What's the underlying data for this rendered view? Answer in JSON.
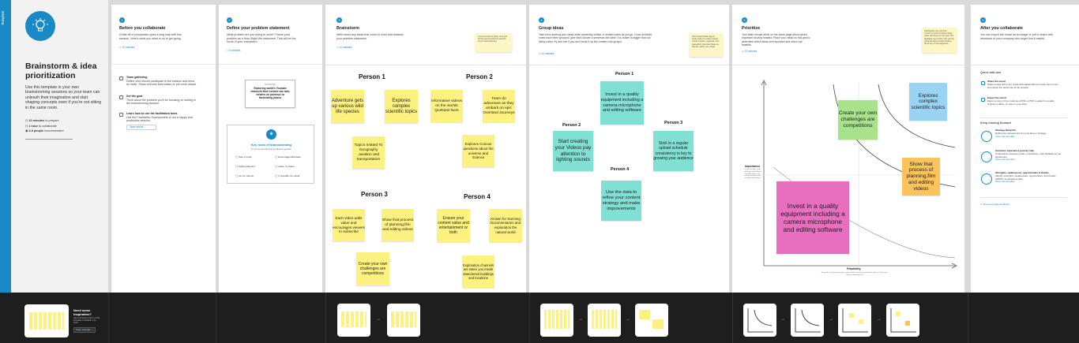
{
  "template_tab": "Template",
  "intro": {
    "title": "Brainstorm & idea prioritization",
    "body": "Use this template in your own brainstorming sessions so your team can unleash their imagination and start shaping concepts even if you're not sitting in the same room.",
    "stats": [
      {
        "strong": "10 minutes",
        "text": "to prepare"
      },
      {
        "strong": "1 hour",
        "text": "to collaborate"
      },
      {
        "strong": "2-8 people",
        "text": "recommended"
      }
    ]
  },
  "before": {
    "step": "1",
    "title": "Before you collaborate",
    "desc": "A little bit of preparation goes a long way with this session. Here's what you need to do to get going.",
    "time": "10 minutes",
    "items": [
      {
        "letter": "A",
        "title": "Team gathering",
        "desc": "Define who should participate in the session and send an invite. Share relevant information or pre-work ahead."
      },
      {
        "letter": "B",
        "title": "Set the goal",
        "desc": "Think about the problem you'll be focusing on solving in the brainstorming session."
      },
      {
        "letter": "C",
        "title": "Learn how to use the facilitation tools",
        "desc": "Use the Facilitation Superpowers to run a happy and productive session."
      }
    ],
    "link": "Open article"
  },
  "define": {
    "step": "2",
    "title": "Define your problem statement",
    "desc": "What problem are you trying to solve? Frame your problem as a How Might We statement. This will be the focus of your brainstorm.",
    "time": "5 minutes",
    "card_label": "PROBLEM",
    "card_text": "Exploring world's Youtube channels:How content can take viewers on journeys to fascinating places",
    "rules_title": "Key rules of brainstorming",
    "rules_sub": "To run an smooth and productive session",
    "rules": [
      "Stay in topic",
      "Encourage wild ideas",
      "Defer judgment",
      "Listen to others",
      "Go for volume",
      "If possible, be visual"
    ]
  },
  "brainstorm": {
    "step": "3",
    "title": "Brainstorm",
    "desc": "Write down any ideas that come to mind that address your problem statement.",
    "time": "10 minutes",
    "tip": "You can select a sticky note and hit the pencil (switch to sketch) icon to start drawing!",
    "persons": [
      {
        "name": "Person 1",
        "notes": [
          "Adventure gets up various wild life species",
          "Explores complex scientific topics",
          "Topics related To Geography ,aviation and transportation"
        ]
      },
      {
        "name": "Person 2",
        "notes": [
          "Informative videos on the worlds Quirkiest facts",
          "Team do adventure as they embark on epic Overland Journeys",
          "Explores Curious questions about the universe and Science"
        ]
      },
      {
        "name": "Person 3",
        "notes": [
          "Each video adds value and encourages viewers to subscribe",
          "Show that process of planning,film and editing videos",
          "Create your own challenges are competitions"
        ]
      },
      {
        "name": "Person 4",
        "notes": [
          "Ensure your content value and entertainment or both",
          "Known for stunning Documentaries and exploration the natural world",
          "Exploration channels are taken you inside abandoned buildings and locations"
        ]
      }
    ]
  },
  "group": {
    "step": "4",
    "title": "Group ideas",
    "desc": "Take turns sharing your ideas while clustering similar or related notes as you go. Once all sticky notes have been grouped, give each cluster a sentence-like label. If a cluster is bigger than six sticky notes, try and see if you and break it up into smaller sub-groups.",
    "time": "20 minutes",
    "tip": "Add customizable tags to sticky notes to make it easier to find, browse, organize, and categorize important ideas as themes within your mural.",
    "clusters": [
      {
        "name": "Person 1",
        "note": "Invest in a quality equipment including a camera microphone and editing software"
      },
      {
        "name": "Person 2",
        "note": "Start creating your Videos pay attention to lighting sounds"
      },
      {
        "name": "Person 3",
        "note": "Stick to a regular upload schedule consistency is key to growing your audience"
      },
      {
        "name": "Person 4",
        "note": "Use the data to refine your content strategy and make improvements"
      }
    ]
  },
  "prioritize": {
    "step": "5",
    "title": "Prioritize",
    "desc": "Your team should all be on the same page about what's important moving forward. Place your ideas on this grid to determine which ideas are important and which are feasible.",
    "time": "20 minutes",
    "tip": "Participants can use their cursors to point at where sticky notes should go on the grid. The facilitator can confirm the spot by using the laser pointer holding the H key on the keyboard.",
    "y_label": "Importance",
    "y_desc": "If each of these tasks could get done without any difficulty or cost, which would have the most positive impact?",
    "x_label": "Feasibility",
    "x_desc": "Regardless of their importance, which tasks are more feasible than others? (Cost, time, effort, complexity, etc.)",
    "notes": [
      "Explores complex scientific topics",
      "Create your own challenges are competitions",
      "Show that process of planning,film and editing videos",
      "Invest in a quality equipment including a camera microphone and editing software"
    ],
    "colors": {
      "blue": "#99d4f5",
      "green": "#a6e38a",
      "orange": "#fbc35c",
      "pink": "#e86ec0"
    }
  },
  "after": {
    "step": "6",
    "title": "After you collaborate",
    "desc": "You can export the mural as an image or pdf to share with members of your company who might find it helpful.",
    "quick_title": "Quick add-ons",
    "quick": [
      {
        "letter": "A",
        "title": "Share the mural",
        "desc": "Share a view link to the mural with stakeholders to keep them in the loop about the outcomes of the session."
      },
      {
        "letter": "B",
        "title": "Export the mural",
        "desc": "Export a copy of the mural as a PNG or PDF to attach in emails, include in slides, or save in your drive."
      }
    ],
    "keep_title": "Keep moving forward",
    "keep": [
      {
        "title": "Strategy blueprint",
        "desc": "Define the components of a new idea or strategy.",
        "link": "Open the template"
      },
      {
        "title": "Customer experience journey map",
        "desc": "Understand customer needs, motivations, and obstacles for an experience.",
        "link": "Open the template"
      },
      {
        "title": "Strengths, weaknesses, opportunities & threats",
        "desc": "Identify strengths, weaknesses, opportunities, and threats (SWOT) to develop a plan.",
        "link": "Open the template"
      }
    ],
    "feedback": "Share template feedback"
  },
  "inspiration": {
    "title": "Need some inspiration?",
    "desc": "See a finished version of this template to kickstart your work.",
    "button": "Open example"
  }
}
